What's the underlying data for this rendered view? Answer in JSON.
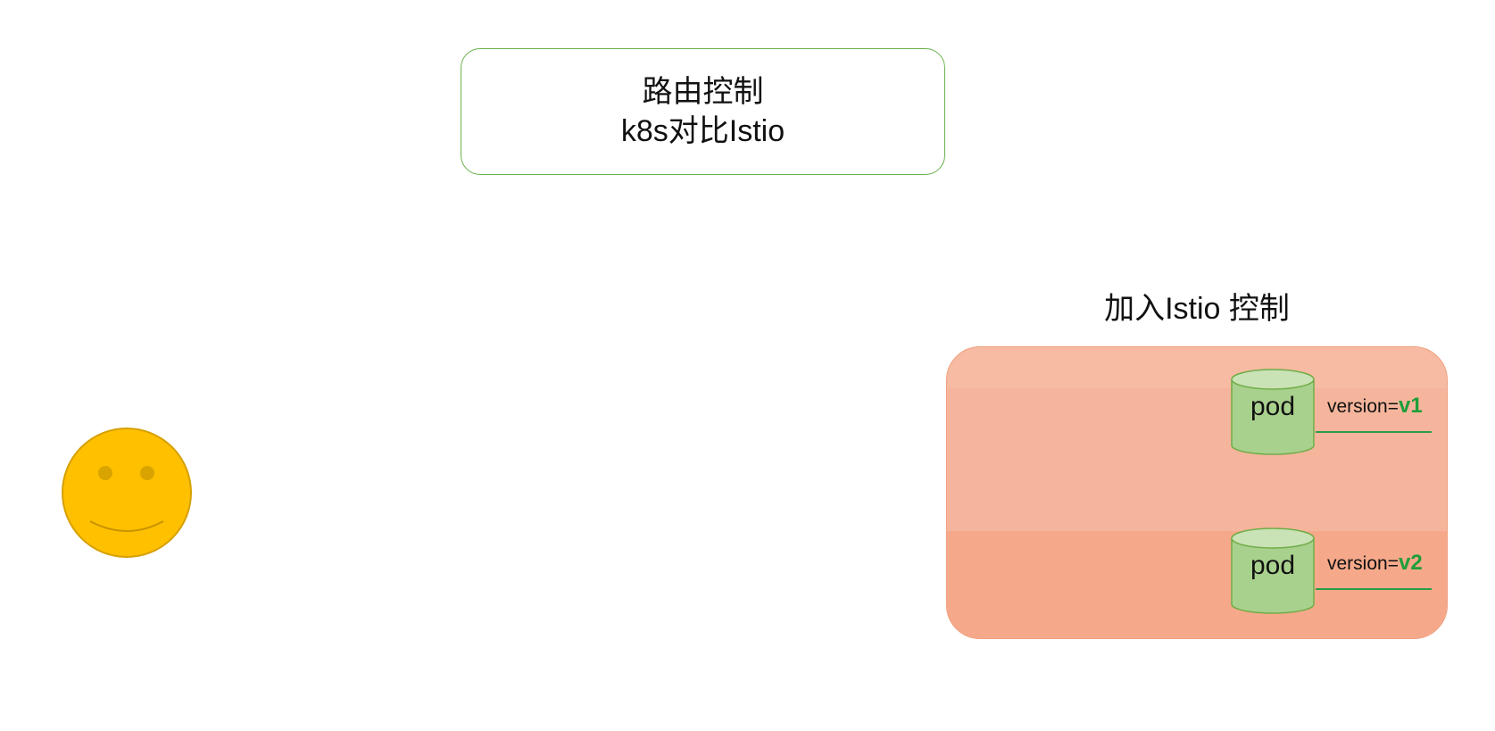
{
  "title_box": {
    "line1": "路由控制",
    "line2": "k8s对比Istio"
  },
  "smiley": {
    "icon": "smiley-face-icon",
    "fill": "#ffc000",
    "stroke": "#d6a000"
  },
  "region": {
    "title": "加入Istio 控制",
    "fill": "#f5b59c",
    "pods": [
      {
        "label": "pod",
        "version_prefix": "version=",
        "version_value": "v1"
      },
      {
        "label": "pod",
        "version_prefix": "version=",
        "version_value": "v2"
      }
    ]
  },
  "colors": {
    "pod_fill": "#a9d18e",
    "pod_top": "#c9e2b6",
    "pod_stroke": "#70ad47",
    "accent_green": "#1e9e3a",
    "title_border": "#6ab04c"
  }
}
